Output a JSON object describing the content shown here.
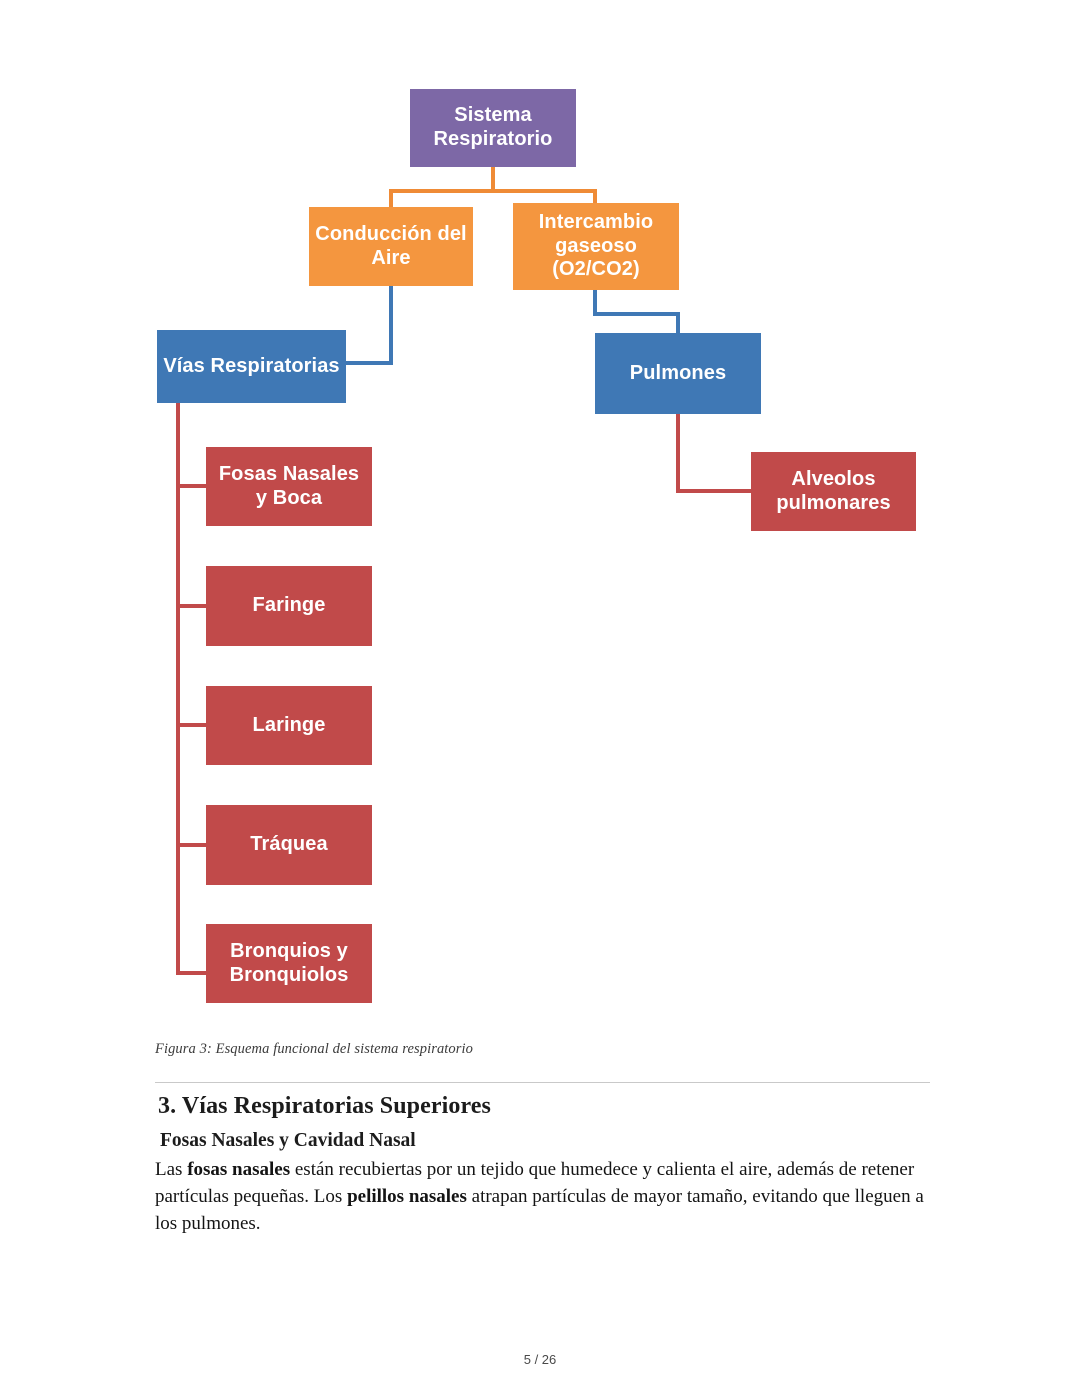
{
  "page": {
    "number_label": "5 / 26",
    "background": "#ffffff"
  },
  "figure": {
    "caption": "Figura 3: Esquema funcional del sistema respiratorio",
    "colors": {
      "root": "#7d68a6",
      "level2": "#f4963f",
      "level3": "#3f78b5",
      "leaf": "#c14a4a",
      "connector_orange": "#ef8b36",
      "connector_blue": "#3f78b5",
      "connector_red": "#c14a4a",
      "node_text": "#ffffff"
    },
    "nodes": {
      "root": "Sistema Respiratorio",
      "conduccion": "Conducción del Aire",
      "intercambio": "Intercambio gaseoso (O2/CO2)",
      "vias": "Vías Respiratorias",
      "pulmones": "Pulmones",
      "alveolos": "Alveolos pulmonares",
      "fosas": "Fosas Nasales y Boca",
      "faringe": "Faringe",
      "laringe": "Laringe",
      "traquea": "Tráquea",
      "bronquios": "Bronquios y Bronquiolos"
    }
  },
  "content": {
    "heading": "3. Vías Respiratorias Superiores",
    "subheading": "Fosas Nasales y Cavidad Nasal",
    "paragraph": {
      "p1": "Las ",
      "b1": "fosas nasales",
      "p2": " están recubiertas por un tejido que humedece y calienta el aire, además de retener partículas pequeñas. Los ",
      "b2": "pelillos nasales",
      "p3": " atrapan partículas de mayor tamaño, evitando que lleguen a los pulmones."
    }
  }
}
